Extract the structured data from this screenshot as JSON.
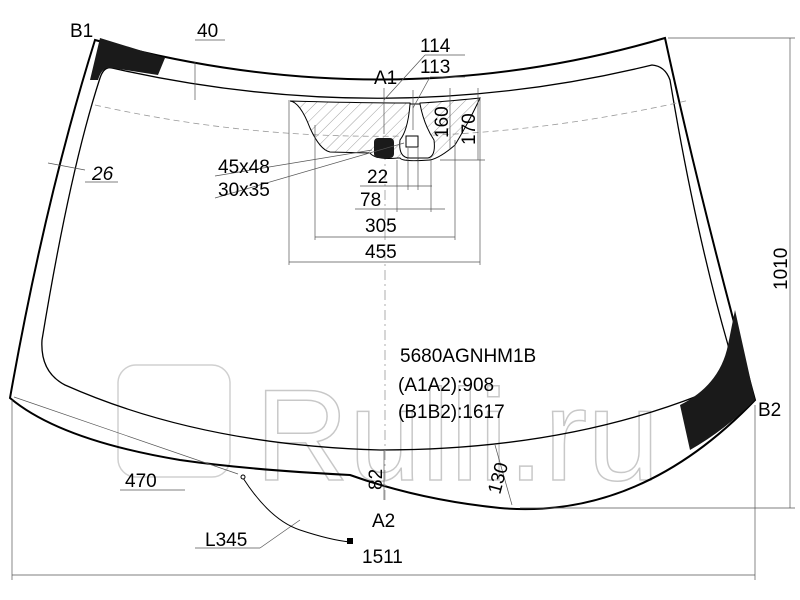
{
  "part_code": "5680AGNHM1B",
  "points": {
    "b1": "B1",
    "b2": "B2",
    "a1": "A1",
    "a2": "A2"
  },
  "distances": {
    "a1a2": "(A1A2):908",
    "b1b2": "(B1B2):1617"
  },
  "dimensions": {
    "top_band": "40",
    "side_band": "26",
    "d114": "114",
    "d113": "113",
    "d160": "160",
    "d170": "170",
    "sensor_large": "45x48",
    "sensor_small": "30x35",
    "d22": "22",
    "d78": "78",
    "d305": "305",
    "d455": "455",
    "height": "1010",
    "width": "1511",
    "d470": "470",
    "d82": "82",
    "d130": "130",
    "cable": "L345"
  },
  "watermark": "Rulli.ru",
  "colors": {
    "line": "#000000",
    "dimension": "#555555",
    "watermark": "#c8c8c8"
  }
}
